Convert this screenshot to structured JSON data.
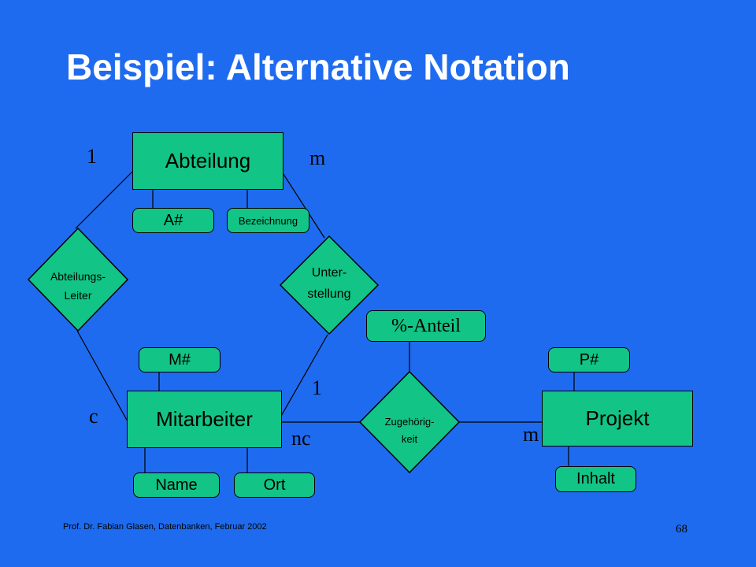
{
  "title": "Beispiel: Alternative Notation",
  "entities": {
    "abteilung": "Abteilung",
    "mitarbeiter": "Mitarbeiter",
    "projekt": "Projekt"
  },
  "attributes": {
    "a_nr": "A#",
    "bezeichnung": "Bezeichnung",
    "m_nr": "M#",
    "name": "Name",
    "ort": "Ort",
    "p_nr": "P#",
    "inhalt": "Inhalt",
    "prozent_anteil": "%-Anteil"
  },
  "relationships": {
    "abteilungsleiter": "Abteilungs-\nLeiter",
    "unterstellung": "Unter-\nstellung",
    "zugehoerigkeit": "Zugehörig-\nkeit"
  },
  "cardinalities": {
    "leiter_abteilung": "1",
    "leiter_mitarbeiter": "c",
    "unterstellung_abteilung": "m",
    "unterstellung_mitarbeiter": "1",
    "zugehoerigkeit_mitarbeiter": "nc",
    "zugehoerigkeit_projekt": "m"
  },
  "footer": "Prof. Dr. Fabian Glasen, Datenbanken, Februar 2002",
  "page_number": "68",
  "colors": {
    "background": "#1f6bef",
    "shape_fill": "#12c486",
    "title_text": "#ffffff"
  }
}
